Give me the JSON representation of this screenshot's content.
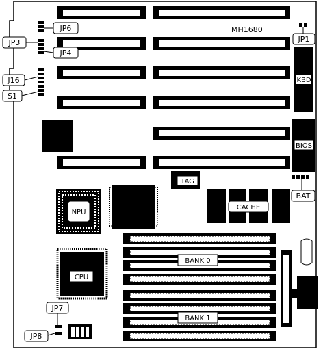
{
  "board": {
    "model": "MH1680"
  },
  "jumpers": {
    "jp6": "JP6",
    "jp3": "JP3",
    "jp4": "JP4",
    "jp1": "JP1",
    "j16": "J16",
    "s1": "S1",
    "jp7": "JP7",
    "jp8": "JP8"
  },
  "chips": {
    "kbd": "KBD",
    "bios": "BIOS",
    "tag": "TAG",
    "bat": "BAT",
    "npu": "NPU",
    "cache": "CACHE",
    "cpu": "CPU"
  },
  "memory": {
    "bank0": "BANK 0",
    "bank1": "BANK 1"
  }
}
